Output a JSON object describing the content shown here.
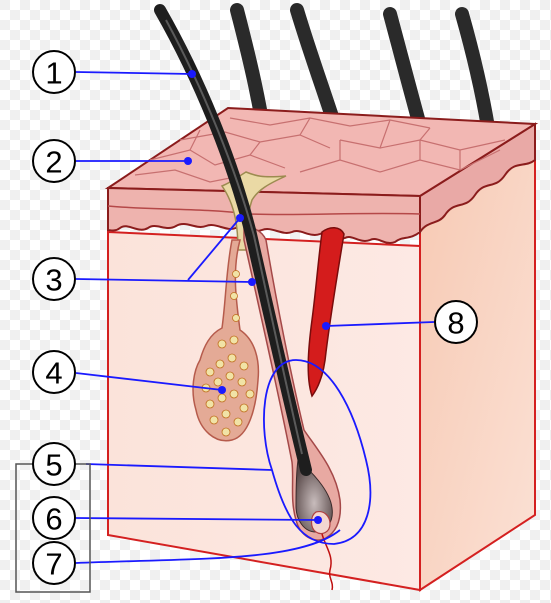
{
  "callouts": [
    {
      "id": "1",
      "label": "1"
    },
    {
      "id": "2",
      "label": "2"
    },
    {
      "id": "3",
      "label": "3"
    },
    {
      "id": "4",
      "label": "4"
    },
    {
      "id": "5",
      "label": "5"
    },
    {
      "id": "6",
      "label": "6"
    },
    {
      "id": "7",
      "label": "7"
    },
    {
      "id": "8",
      "label": "8"
    }
  ],
  "colors": {
    "background_check_light": "#ffffff",
    "background_check_dark": "#f0f0f0",
    "skin_surface": "#e8a8a8",
    "skin_dermis_light": "#fbe8e1",
    "skin_dermis_shade": "#f6c9b5",
    "skin_edge": "#8b1c1c",
    "hair": "#1e1e1e",
    "sebaceous": "#efe3b4",
    "muscle": "#d41414",
    "leader_line": "#1a1aff",
    "outline": "#000000"
  }
}
